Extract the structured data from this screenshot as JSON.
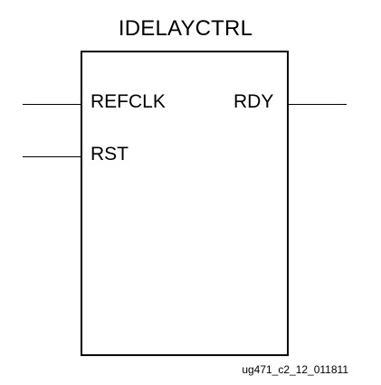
{
  "block": {
    "title": "IDELAYCTRL",
    "inputs": [
      "REFCLK",
      "RST"
    ],
    "outputs": [
      "RDY"
    ]
  },
  "figure_id": "ug471_c2_12_011811"
}
